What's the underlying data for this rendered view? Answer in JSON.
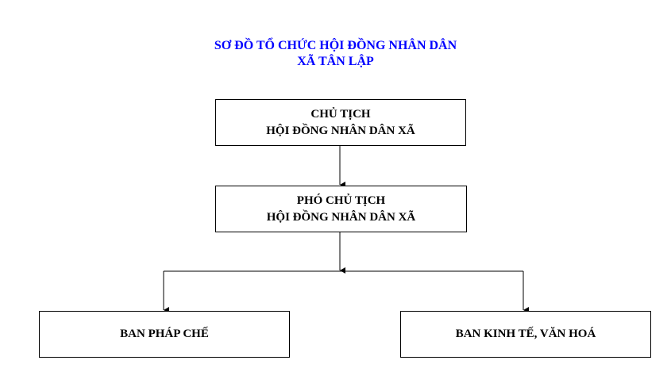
{
  "title": {
    "line1": "SƠ ĐỒ TỔ CHỨC HỘI ĐỒNG NHÂN DÂN",
    "line2": "XÃ TÂN LẬP",
    "color": "#0000ff"
  },
  "boxes": {
    "chairman": {
      "line1": "CHỦ TỊCH",
      "line2": "HỘI ĐỒNG NHÂN DÂN XÃ"
    },
    "vice_chairman": {
      "line1": "PHÓ CHỦ TỊCH",
      "line2": "HỘI ĐỒNG NHÂN DÂN XÃ"
    },
    "legal_committee": {
      "label": "BAN PHÁP CHẾ"
    },
    "economic_cultural_committee": {
      "label": "BAN KINH TẾ, VĂN HOÁ"
    }
  }
}
